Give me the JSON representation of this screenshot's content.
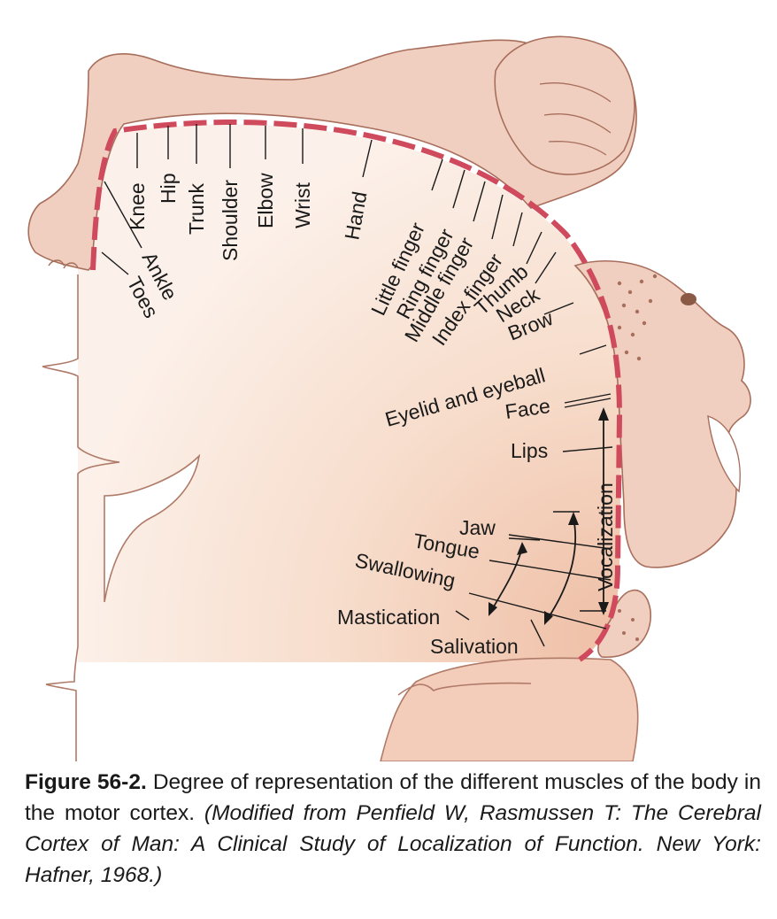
{
  "labels": {
    "toes": "Toes",
    "ankle": "Ankle",
    "knee": "Knee",
    "hip": "Hip",
    "trunk": "Trunk",
    "shoulder": "Shoulder",
    "elbow": "Elbow",
    "wrist": "Wrist",
    "hand": "Hand",
    "little_finger": "Little finger",
    "ring_finger": "Ring finger",
    "middle_finger": "Middle finger",
    "index_finger": "Index finger",
    "thumb": "Thumb",
    "neck": "Neck",
    "brow": "Brow",
    "eyelid_eyeball": "Eyelid and eyeball",
    "face": "Face",
    "lips": "Lips",
    "vocalization": "Vocalization",
    "jaw": "Jaw",
    "tongue": "Tongue",
    "swallowing": "Swallowing",
    "mastication": "Mastication",
    "salivation": "Salivation"
  },
  "caption": {
    "label": "Figure 56-2.",
    "text": "Degree of representation of the different muscles of the body in the motor cortex.",
    "source": "(Modified from Penfield W, Rasmussen T: The Cerebral Cortex of Man: A Clinical Study of Localization of Function. New York: Hafner, 1968.)"
  },
  "colors": {
    "cortex_band": "#cf4a5c",
    "tissue_fill": "#f5d9c8",
    "tissue_outline": "#b07a68",
    "homunculus_fill": "#f0cfc0",
    "text": "#1a1a1a"
  }
}
